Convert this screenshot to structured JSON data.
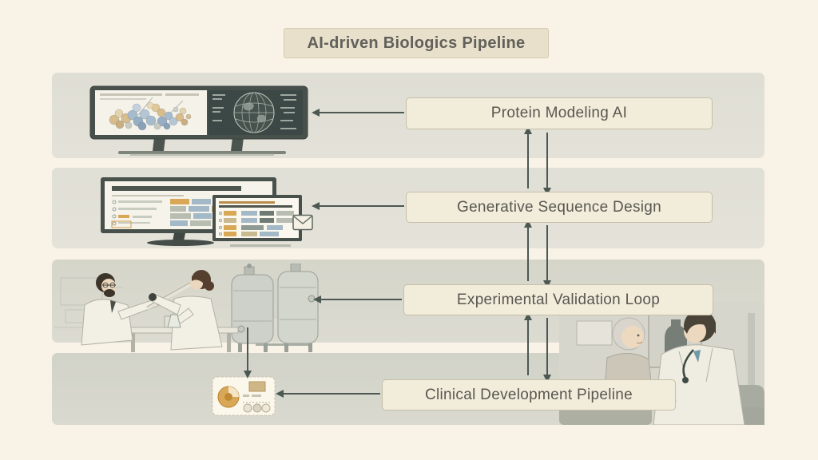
{
  "title": "AI-driven Biologics Pipeline",
  "pipeline": {
    "stages": [
      {
        "label": "Protein Modeling AI",
        "illustration": "ultrawide-monitor-with-protein-structure-and-globe"
      },
      {
        "label": "Generative Sequence Design",
        "illustration": "dual-monitors-with-sequence-alignment-tables"
      },
      {
        "label": "Experimental Validation Loop",
        "illustration": "two-scientists-at-lab-bench-with-bioreactor-tanks"
      },
      {
        "label": "Clinical Development Pipeline",
        "illustration": "analytics-card-and-doctor-with-elderly-patient"
      }
    ],
    "connections": [
      {
        "from": "Protein Modeling AI",
        "to": "Generative Sequence Design",
        "type": "bidirectional-vertical"
      },
      {
        "from": "Generative Sequence Design",
        "to": "Experimental Validation Loop",
        "type": "bidirectional-vertical"
      },
      {
        "from": "Experimental Validation Loop",
        "to": "Clinical Development Pipeline",
        "type": "bidirectional-vertical"
      },
      {
        "from": "Protein Modeling AI",
        "to": "protein-monitor-illustration",
        "type": "left-arrow"
      },
      {
        "from": "Generative Sequence Design",
        "to": "sequence-monitors-illustration",
        "type": "left-arrow"
      },
      {
        "from": "Experimental Validation Loop",
        "to": "lab-scene-illustration",
        "type": "left-arrow"
      },
      {
        "from": "Clinical Development Pipeline",
        "to": "analytics-card",
        "type": "left-arrow"
      },
      {
        "from": "lab-scene-illustration",
        "to": "analytics-card",
        "type": "down-arrow"
      }
    ]
  },
  "icons": [
    "envelope-icon",
    "globe-icon",
    "pie-chart-icon",
    "stethoscope-icon"
  ],
  "colors": {
    "page_background": "#f9f2e6",
    "band_light": "#e0dfd5",
    "band_dark": "#d4d4c9",
    "label_box_background": "#f2ecdb",
    "label_box_border": "#c6bfa8",
    "label_text": "#585750",
    "arrow": "#4c5852",
    "accent_orange": "#d9a857",
    "accent_blue": "#a4b9c7",
    "monitor_bezel": "#47504b"
  }
}
